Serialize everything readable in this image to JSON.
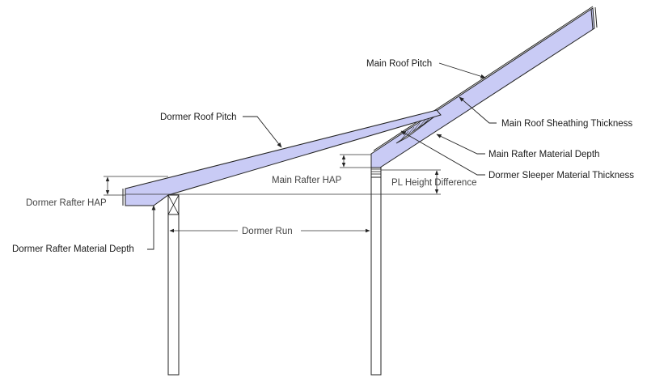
{
  "colors": {
    "rafter_fill": "#c9cbf5",
    "line": "#222222",
    "background": "#ffffff"
  },
  "labels": {
    "main_roof_pitch": "Main Roof  Pitch",
    "dormer_roof_pitch": "Dormer Roof Pitch",
    "main_roof_sheathing_thickness": "Main Roof Sheathing Thickness",
    "main_rafter_material_depth": "Main Rafter Material Depth",
    "dormer_sleeper_material_thickness": "Dormer Sleeper Material Thickness",
    "main_rafter_hap": "Main Rafter HAP",
    "pl_height_difference": "PL Height Difference",
    "dormer_rafter_hap": "Dormer Rafter HAP",
    "dormer_rafter_material_depth": "Dormer Rafter Material Depth",
    "dormer_run": "Dormer Run"
  }
}
